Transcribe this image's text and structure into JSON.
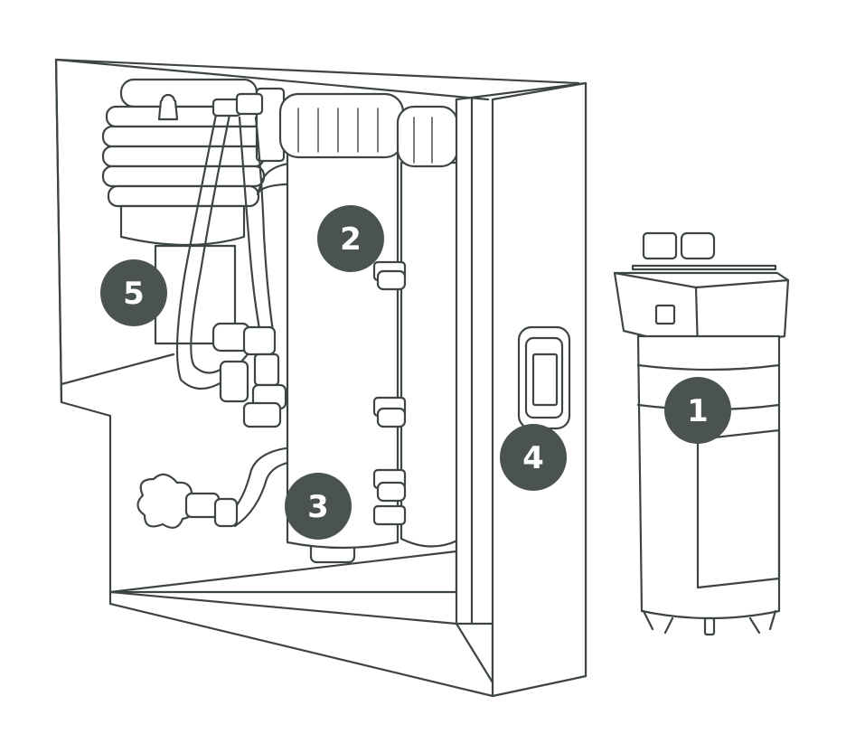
{
  "colors": {
    "line": "#3d4543",
    "badge_fill": "#4a534f",
    "badge_text": "#ffffff",
    "background": "#ffffff"
  },
  "callouts": [
    {
      "id": "1",
      "label": "1",
      "part": "external-filter-housing"
    },
    {
      "id": "2",
      "label": "2",
      "part": "filter-cartridge-connection"
    },
    {
      "id": "3",
      "label": "3",
      "part": "inlet-hose-connection"
    },
    {
      "id": "4",
      "label": "4",
      "part": "side-display-panel"
    },
    {
      "id": "5",
      "label": "5",
      "part": "pump-motor"
    }
  ]
}
